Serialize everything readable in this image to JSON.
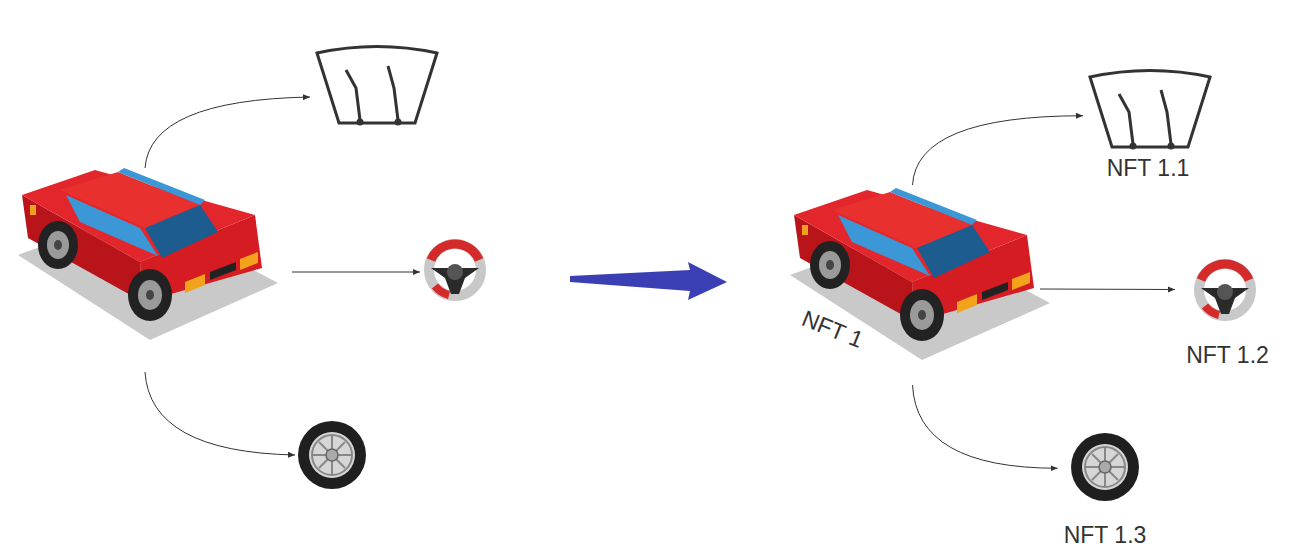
{
  "diagram": {
    "nodes": [
      {
        "text": [
          "NFT 1"
        ]
      },
      {
        "text": [
          "NFT 1.1"
        ]
      },
      {
        "text": [
          "NFT 1.2"
        ]
      },
      {
        "text": [
          "NFT 1.3"
        ]
      }
    ],
    "edges": [
      {
        "from": 0,
        "to": 1,
        "arrow": "to"
      },
      {
        "from": 0,
        "to": 2,
        "arrow": "to"
      },
      {
        "from": 0,
        "to": 3,
        "arrow": "to"
      }
    ]
  }
}
